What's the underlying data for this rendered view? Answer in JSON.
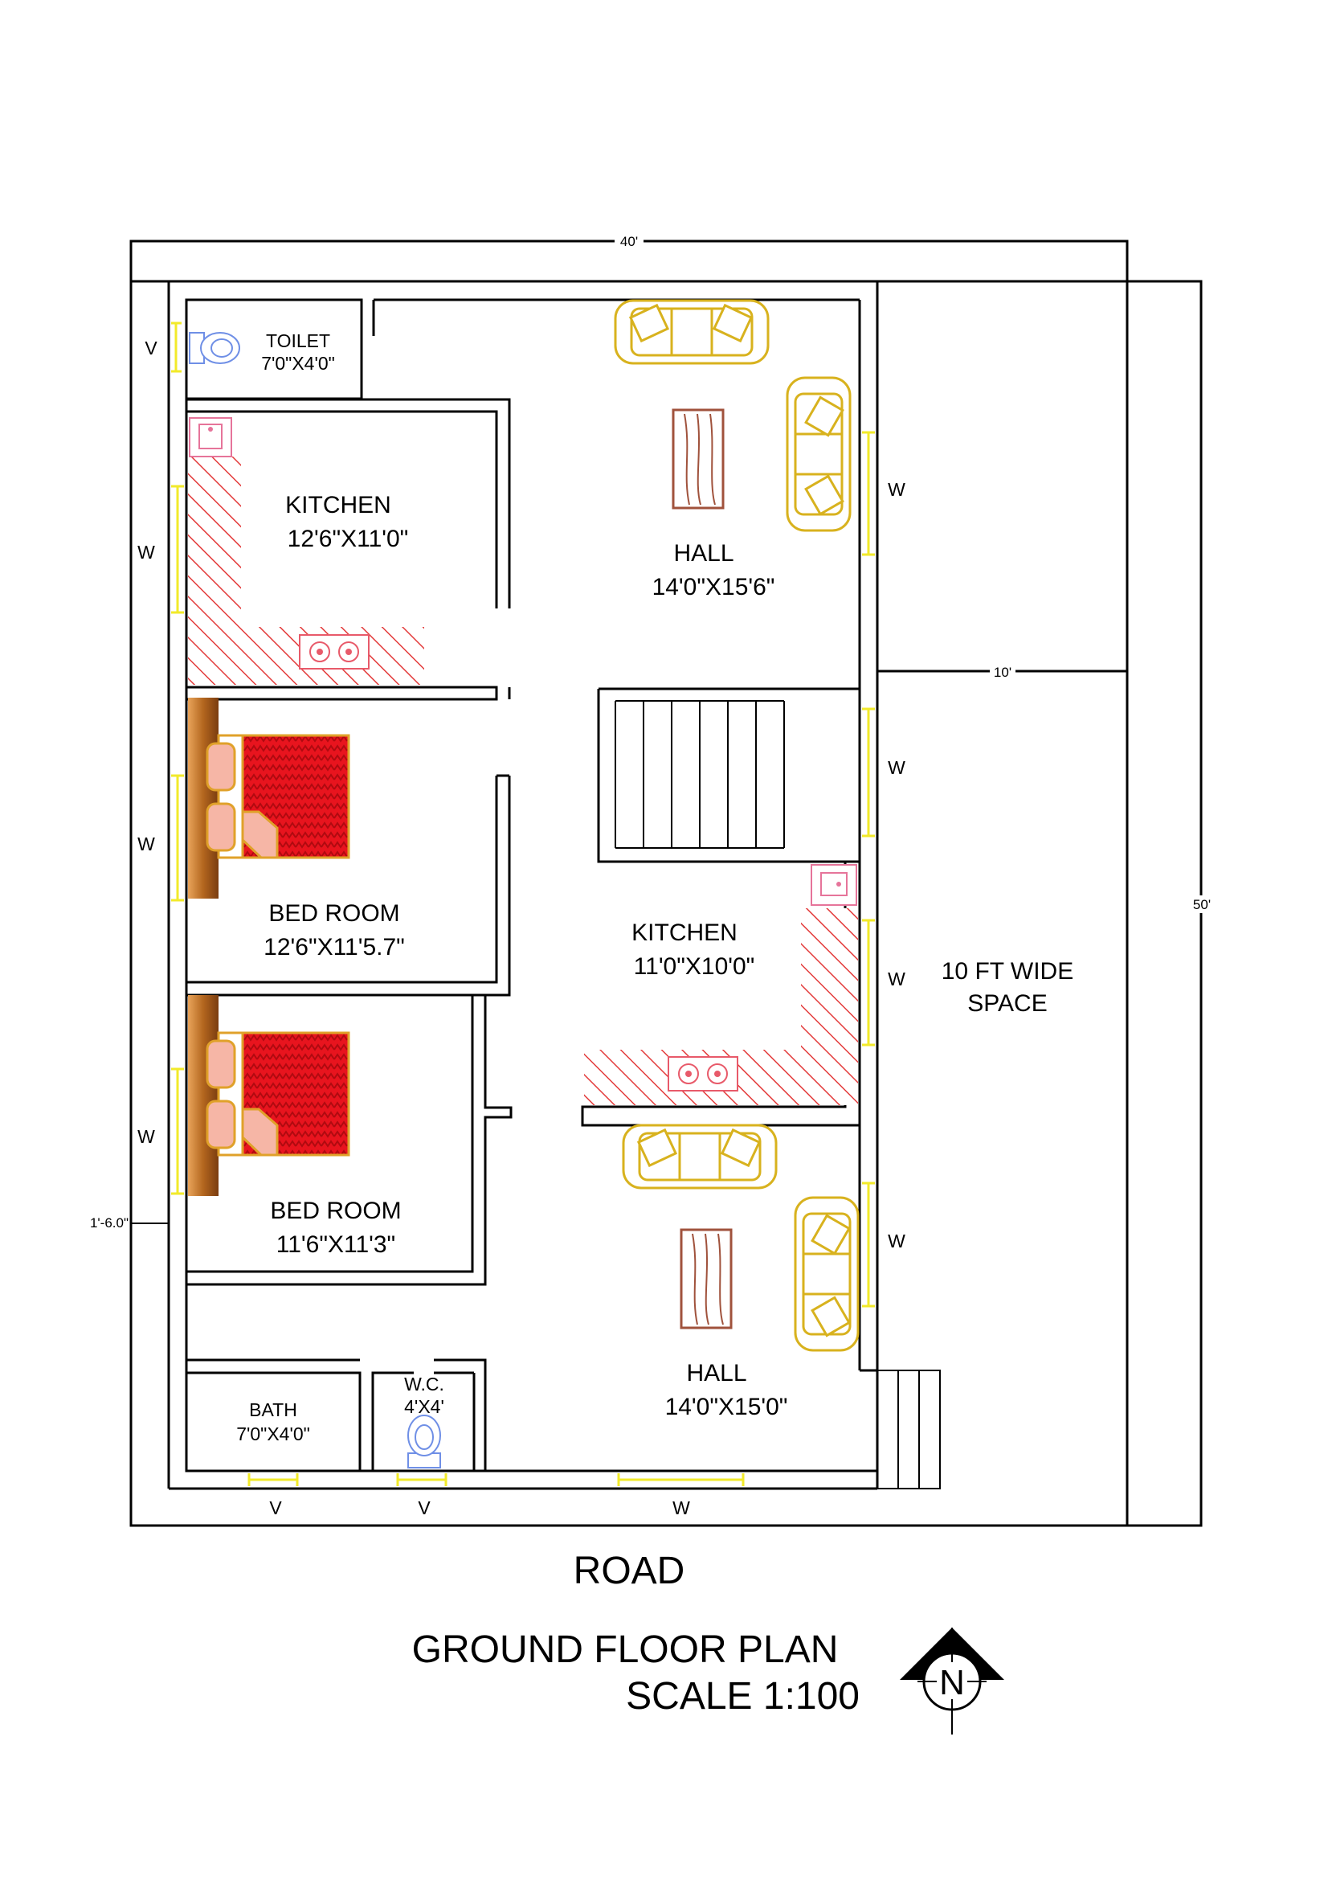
{
  "colors": {
    "wall": "#000000",
    "window_mark": "#f2ea2a",
    "sofa": "#d8b21e",
    "bed": "#e8141e",
    "headboard": "#b3661e",
    "counter_hatch": "#e33b3b",
    "stove": "#e85a6a",
    "sink": "#e6749a",
    "table": "#a0523c",
    "toilet": "#6f8fe6"
  },
  "dimensions": {
    "width": "40'",
    "depth": "50'",
    "side_space": "10'",
    "setback": "1'-6.0\""
  },
  "rooms": {
    "toilet": {
      "name": "TOILET",
      "size": "7'0\"X4'0\""
    },
    "kitchen1": {
      "name": "KITCHEN",
      "size": "12'6\"X11'0\""
    },
    "hall1": {
      "name": "HALL",
      "size": "14'0\"X15'6\""
    },
    "bedroom1": {
      "name": "BED ROOM",
      "size": "12'6\"X11'5.7\""
    },
    "kitchen2": {
      "name": "KITCHEN",
      "size": "11'0\"X10'0\""
    },
    "open_space": {
      "line1": "10 FT WIDE",
      "line2": "SPACE"
    },
    "bedroom2": {
      "name": "BED ROOM",
      "size": "11'6\"X11'3\""
    },
    "hall2": {
      "name": "HALL",
      "size": "14'0\"X15'0\""
    },
    "bath": {
      "name": "BATH",
      "size": "7'0\"X4'0\""
    },
    "wc": {
      "name": "W.C.",
      "size": "4'X4'"
    }
  },
  "openings": {
    "ventilator": "V",
    "window": "W"
  },
  "footer": {
    "road": "ROAD",
    "title": "GROUND FLOOR PLAN",
    "scale": "SCALE 1:100",
    "north": "N"
  }
}
